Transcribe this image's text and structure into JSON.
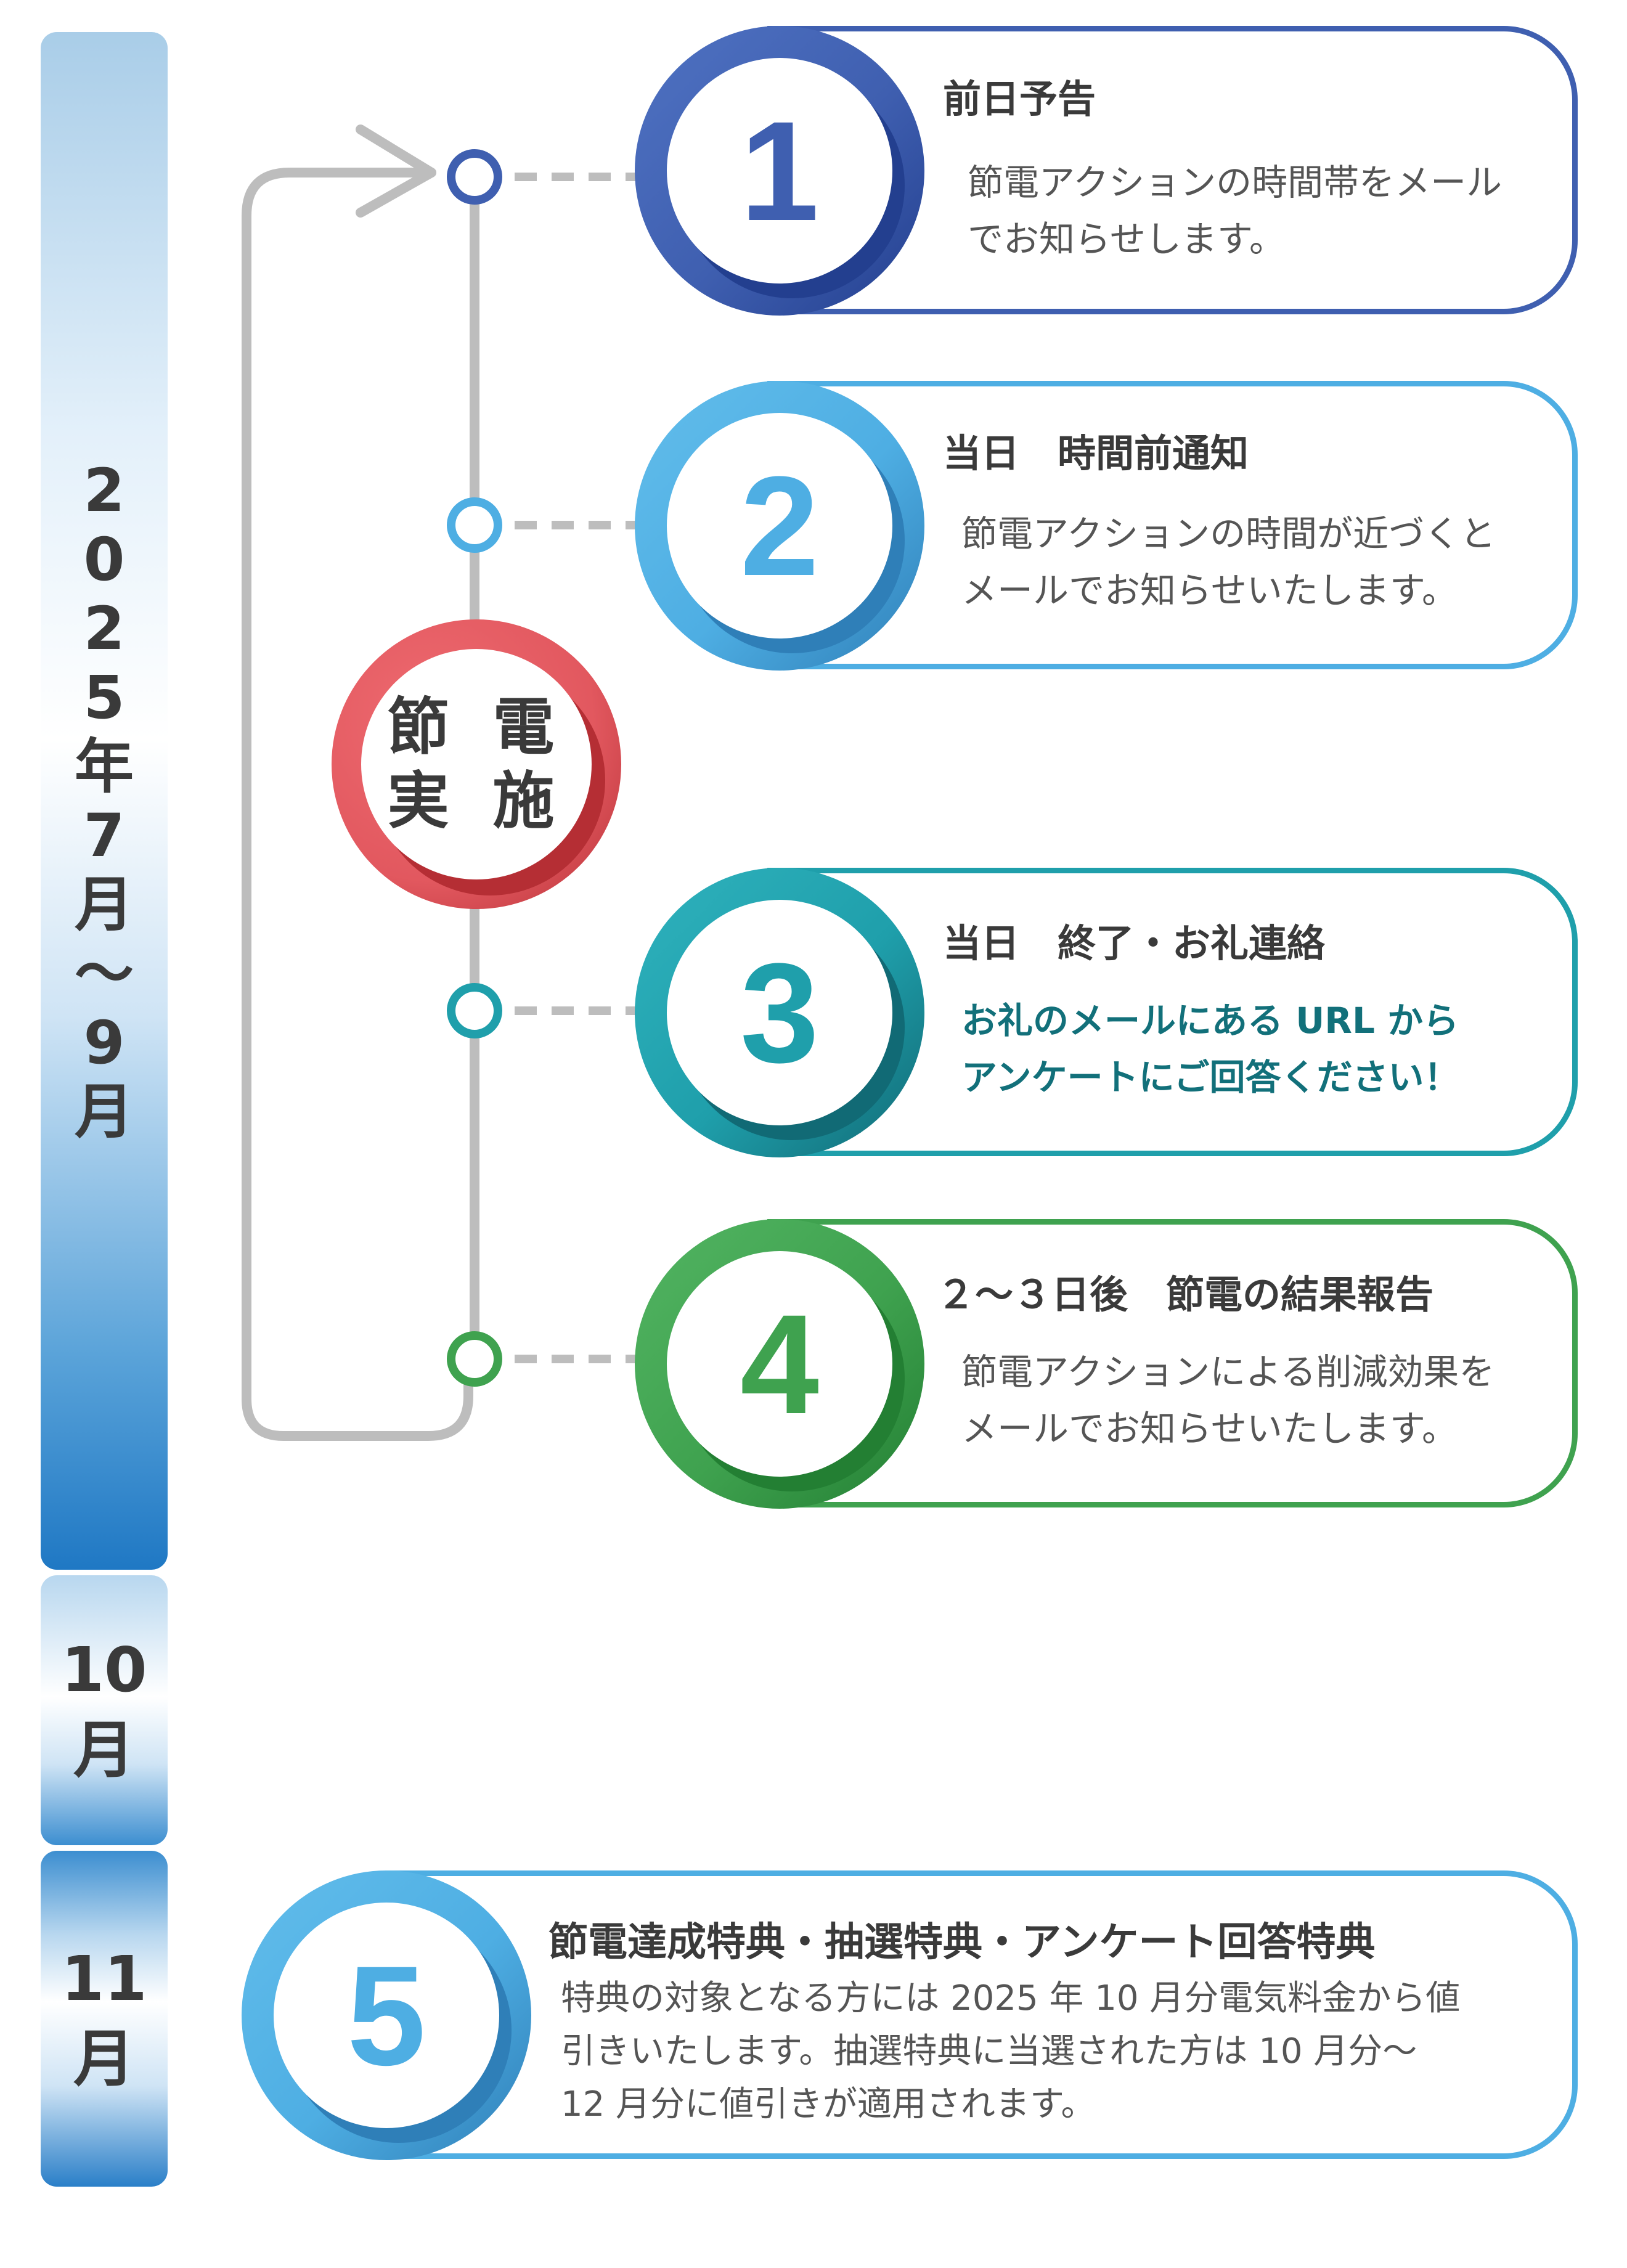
{
  "periods": {
    "main": "2\n0\n2\n5\n年\n7\n月\n〜\n9\n月",
    "oct": "10\n月",
    "nov": "11\n月"
  },
  "center_node": {
    "label": "節 電\n実 施"
  },
  "steps": [
    {
      "number": "1",
      "title": "前日予告",
      "body": "節電アクションの時間帯をメール\nでお知らせします。",
      "color": "#3f5fb0"
    },
    {
      "number": "2",
      "title": "当日　時間前通知",
      "body": "節電アクションの時間が近づくと\nメールでお知らせいたします。",
      "color": "#4eaee3"
    },
    {
      "number": "3",
      "title": "当日　終了・お礼連絡",
      "body": "お礼のメールにある URL から\nアンケートにご回答ください！",
      "color": "#1f9fab"
    },
    {
      "number": "4",
      "title": "２〜３日後　節電の結果報告",
      "body": "節電アクションによる削減効果を\nメールでお知らせいたします。",
      "color": "#3fa24f"
    },
    {
      "number": "5",
      "title": "節電達成特典・抽選特典・アンケート回答特典",
      "body": "特典の対象となる方には 2025 年 10 月分電気料金から値\n引きいたします。抽選特典に当選された方は 10 月分〜\n12 月分に値引きが適用されます。",
      "color": "#4eaee3"
    }
  ],
  "colors": {
    "connector": "#bdbdbd",
    "center_ring": "#e2585f",
    "center_shadow": "#b52e34"
  }
}
